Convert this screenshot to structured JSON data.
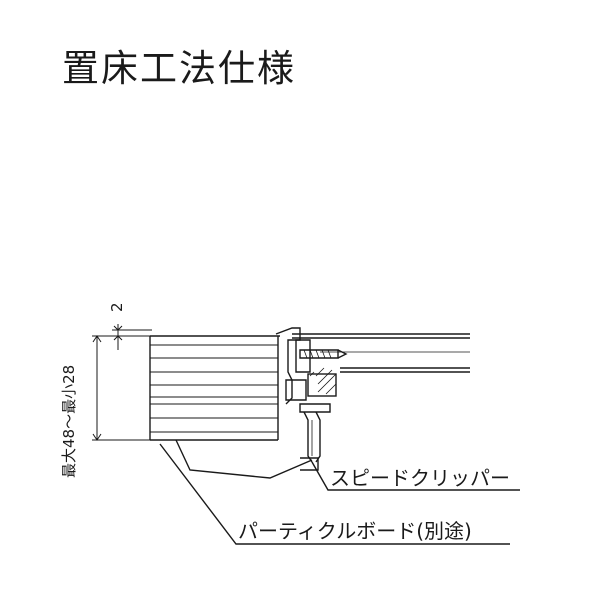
{
  "title": "置床工法仕様",
  "dimensions": {
    "gap": "2",
    "height_range": "最大48～最小28"
  },
  "callouts": {
    "clip": "スピードクリッパー",
    "board": "パーティクルボード(別途)"
  }
}
